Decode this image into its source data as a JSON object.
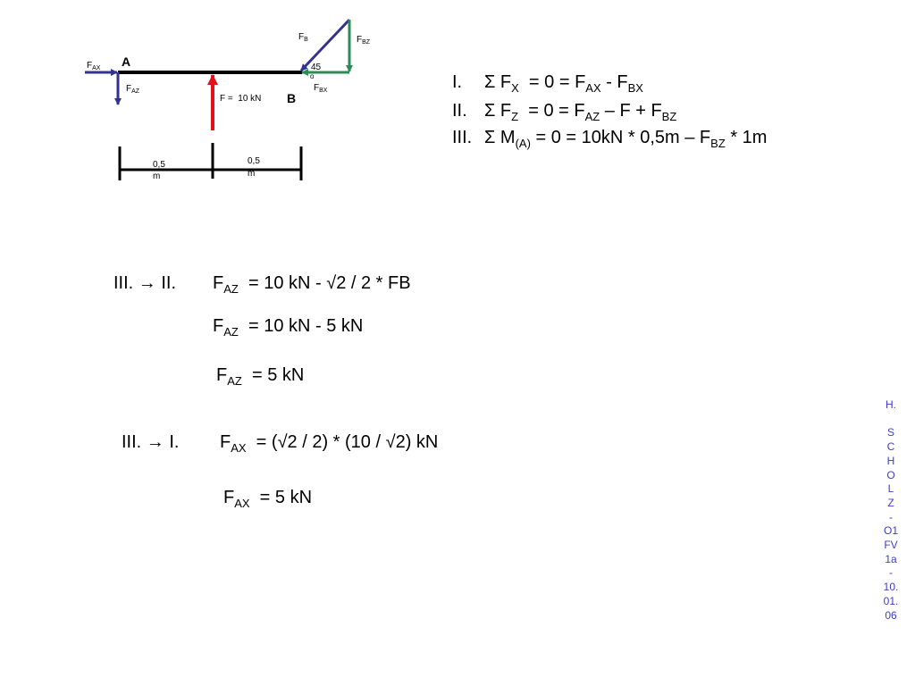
{
  "diagram": {
    "label_a": "A",
    "label_b": "B",
    "fax": {
      "main": "F",
      "sub": "AX"
    },
    "faz": {
      "main": "F",
      "sub": "AZ"
    },
    "fb": {
      "main": "F",
      "sub": "B"
    },
    "fbz": {
      "main": "F",
      "sub": "BZ"
    },
    "fbx": {
      "main": "F",
      "sub": "BX"
    },
    "angle_value": "45",
    "angle_degree": "o",
    "force_label": "F =  10 kN",
    "dim1_line1": "0,5",
    "dim1_line2": "m",
    "dim2_line1": "0,5",
    "dim2_line2": "m",
    "colors": {
      "beam": "#000000",
      "reaction": "#33338f",
      "load": "#e5111a",
      "component": "#2e8b57"
    }
  },
  "equations": {
    "eq1": {
      "num": "I.",
      "p1": "Σ F",
      "s1": "X",
      "p2": "  = 0 = F",
      "s2": "AX",
      "p3": " - F",
      "s3": "BX"
    },
    "eq2": {
      "num": "II.",
      "p1": "Σ F",
      "s1": "Z",
      "p2": "  = 0 = F",
      "s2": "AZ",
      "p3": " – F + F",
      "s3": "BZ"
    },
    "eq3": {
      "num": "III.",
      "p1": "Σ M",
      "s1": "(A)",
      "p2": " = 0 = 10kN * 0,5m – F",
      "s2": "BZ",
      "p3": " * 1m"
    }
  },
  "calculations": {
    "c1": {
      "prefix": "III. → II.",
      "f": "F",
      "s": "AZ",
      "rest": "  = 10 kN - √2 / 2 * FB"
    },
    "c2": {
      "f": "F",
      "s": "AZ",
      "rest": "  = 10 kN - 5 kN"
    },
    "c3": {
      "f": "F",
      "s": "AZ",
      "rest": "  = 5 kN"
    },
    "c4": {
      "prefix": "III. → I.",
      "f": "F",
      "s": "AX",
      "rest": "  = (√2 / 2) * (10 / √2) kN"
    },
    "c5": {
      "f": "F",
      "s": "AX",
      "rest": "  = 5 kN"
    }
  },
  "footer": [
    "H.",
    "",
    "S",
    "C",
    "H",
    "O",
    "L",
    "Z",
    "-",
    "O1",
    "FV",
    "1a",
    "-",
    "10.",
    "01.",
    "06"
  ]
}
